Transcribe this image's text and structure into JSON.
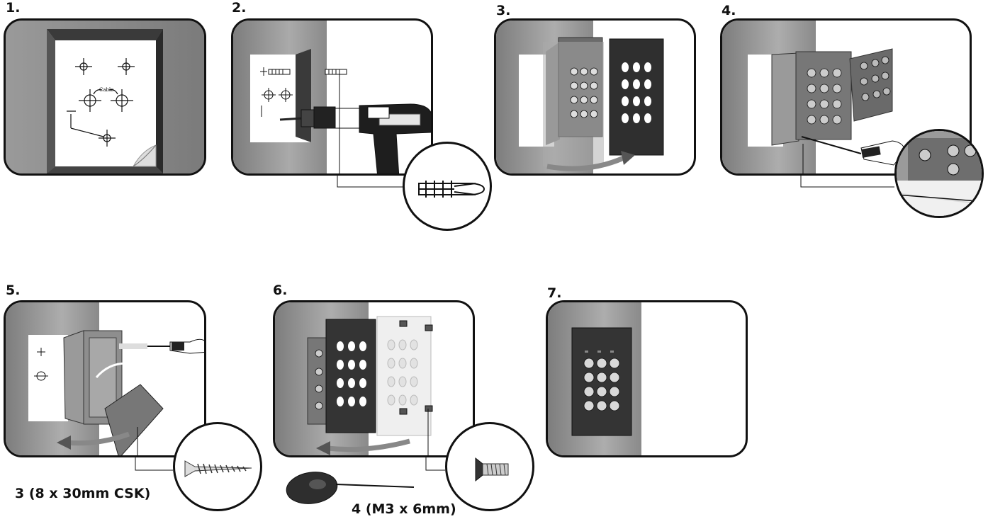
{
  "steps": [
    {
      "label": "1."
    },
    {
      "label": "2."
    },
    {
      "label": "3."
    },
    {
      "label": "4."
    },
    {
      "label": "5."
    },
    {
      "label": "6."
    },
    {
      "label": "7."
    }
  ],
  "template_text": {
    "cable_label": "Cable"
  },
  "captions": {
    "screws": "3 (8 x 30mm CSK)",
    "machine_screws": "4 (M3 x 6mm)"
  },
  "colors": {
    "wall": "#8a8a8a",
    "wall_light": "#b0b0b0",
    "keypad": "#3a3a3a",
    "line": "#111111"
  },
  "icons": [
    "drill-icon",
    "wall-plug-icon",
    "screwdriver-icon",
    "wood-screw-icon",
    "machine-screw-icon",
    "hex-key-icon",
    "keypad-icon"
  ]
}
